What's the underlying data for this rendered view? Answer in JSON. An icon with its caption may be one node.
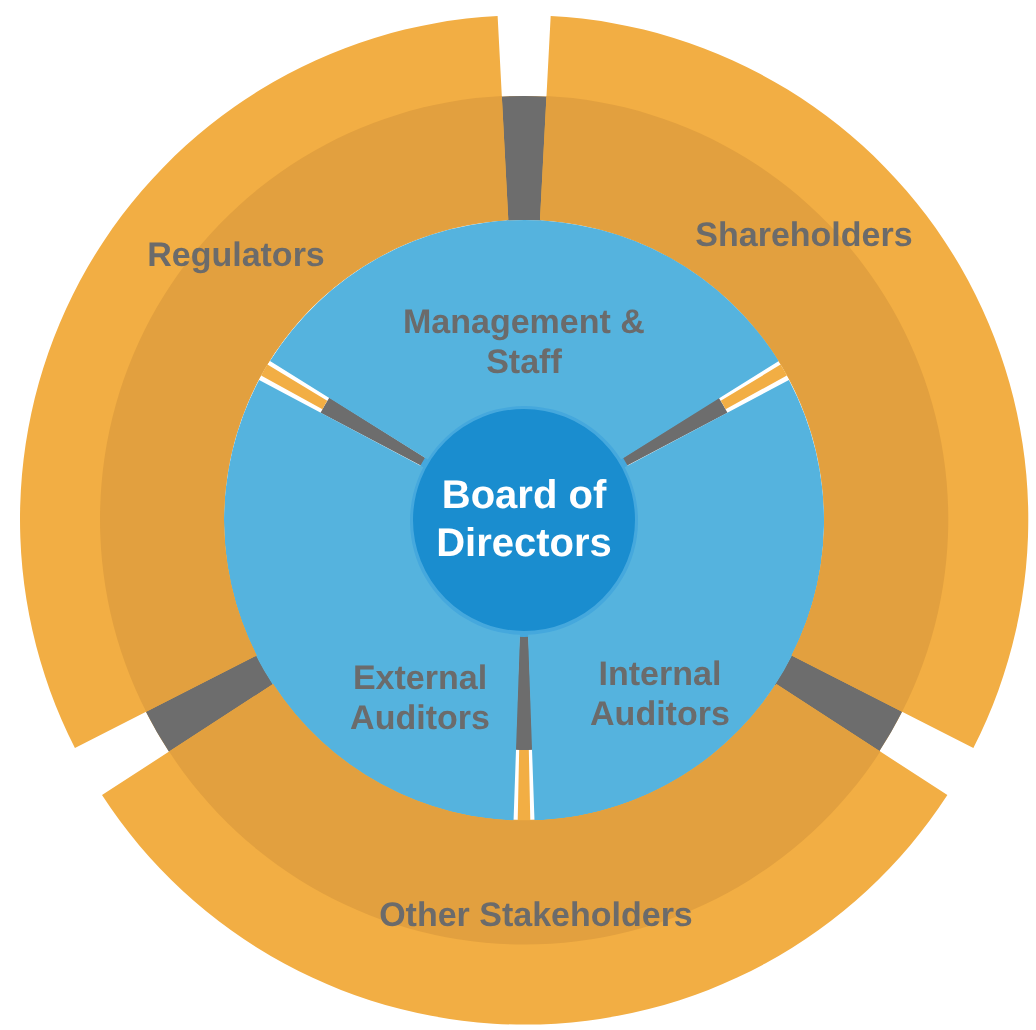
{
  "diagram": {
    "nodes": [
      {
        "text": [
          "Board of Directors"
        ]
      },
      {
        "text": [
          "Management & Staff"
        ]
      },
      {
        "text": [
          "External Auditors"
        ]
      },
      {
        "text": [
          "Internal Auditors"
        ]
      },
      {
        "text": [
          "Regulators"
        ]
      },
      {
        "text": [
          "Shareholders"
        ]
      },
      {
        "text": [
          "Other Stakeholders"
        ]
      }
    ]
  }
}
